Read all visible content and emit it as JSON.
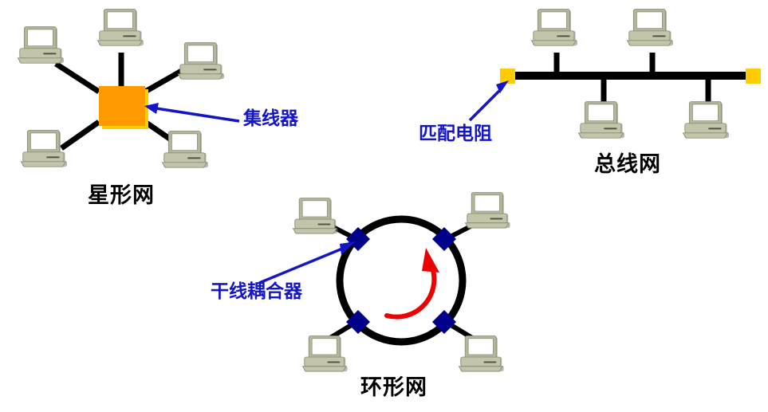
{
  "diagram": {
    "kind": "network-topology-diagram",
    "background_color": "#ffffff",
    "colors": {
      "hub_fill": "#FF9900",
      "hub_shadow": "#FFCC00",
      "terminator_fill": "#FFCC00",
      "coupler_fill": "#00008B",
      "link_line": "#000000",
      "annotation_blue": "#1515c8",
      "token_arrow_red": "#EE0000",
      "computer_body": "#B5B79C",
      "computer_screen": "#FFFFFF",
      "computer_shadow": "#7E8069",
      "title_text": "#000000"
    },
    "topologies": [
      {
        "id": "star",
        "title": "星形网",
        "center_device": {
          "name": "集线器",
          "shape": "square",
          "color": "#FF9900"
        },
        "node_count": 5,
        "annotation": {
          "text": "集线器",
          "color": "#1515c8",
          "arrow": "points-left-to-hub"
        }
      },
      {
        "id": "bus",
        "title": "总线网",
        "node_count": 4,
        "terminator_count": 2,
        "annotation": {
          "text": "匹配电阻",
          "color": "#1515c8",
          "arrow": "points-up-right-to-left-terminator"
        }
      },
      {
        "id": "ring",
        "title": "环形网",
        "node_count": 4,
        "coupler_count": 4,
        "token_direction": "counterclockwise",
        "annotation": {
          "text": "干线耦合器",
          "color": "#1515c8",
          "arrow": "points-up-right-to-upper-left-coupler"
        }
      }
    ]
  }
}
